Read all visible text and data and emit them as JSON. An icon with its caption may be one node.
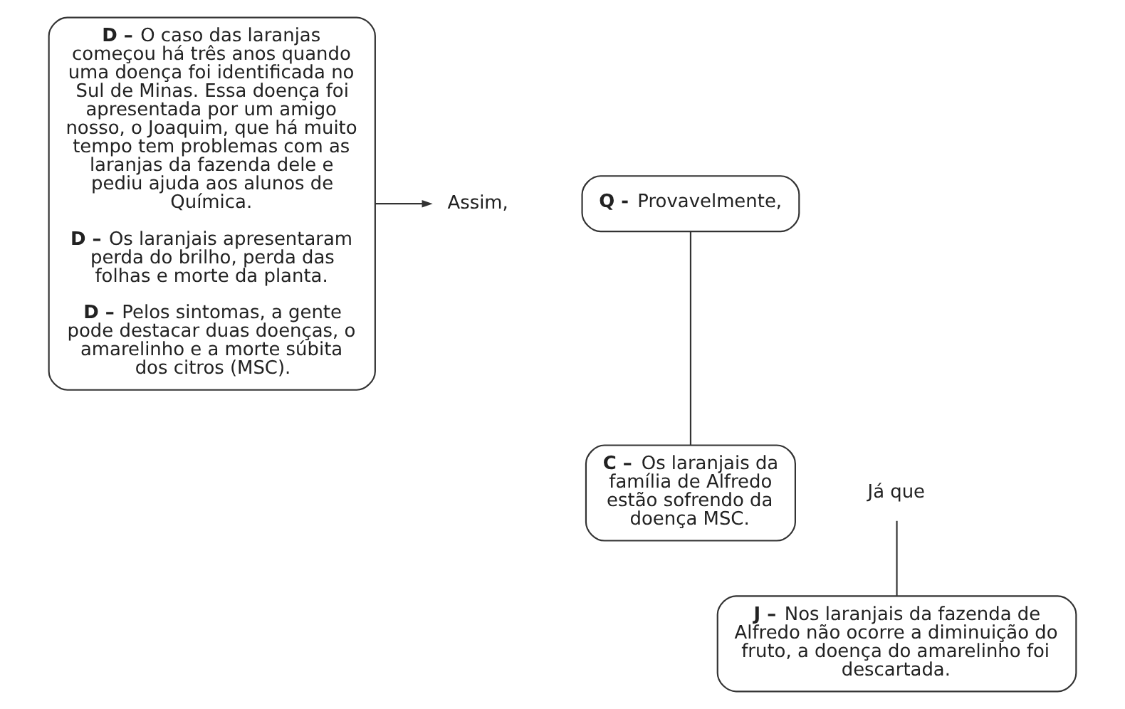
{
  "diagram": {
    "nodes": [
      {
        "text": [
          "**D –** O caso das laranjas começou há três anos quando uma doença foi identificada no Sul de Minas. Essa doença foi apresentada por um amigo nosso, o Joaquim, que há muito tempo tem problemas com as laranjas da fazenda dele e pediu ajuda aos alunos de Química.",
          "**D –** Os laranjais apresentaram perda do brilho, perda das folhas e morte da planta.",
          "**D –** Pelos sintomas, a gente pode destacar duas doenças, o amarelinho e a morte súbita dos citros (MSC)."
        ]
      },
      {
        "text": [
          "Assim,"
        ]
      },
      {
        "text": [
          "**Q -** Provavelmente,"
        ]
      },
      {
        "text": [
          "**C –** Os laranjais da família de Alfredo estão sofrendo da doença MSC."
        ]
      },
      {
        "text": [
          "Já que"
        ]
      },
      {
        "text": [
          "**J –** Nos laranjais da fazenda de Alfredo não ocorre a diminuição do fruto, a doença do amarelinho foi descartada."
        ]
      }
    ],
    "edges": [
      {
        "from": 0,
        "to": 1,
        "arrow": "to"
      },
      {
        "from": 2,
        "to": 3,
        "arrow": "none"
      },
      {
        "from": 4,
        "to": 5,
        "arrow": "none"
      }
    ]
  }
}
